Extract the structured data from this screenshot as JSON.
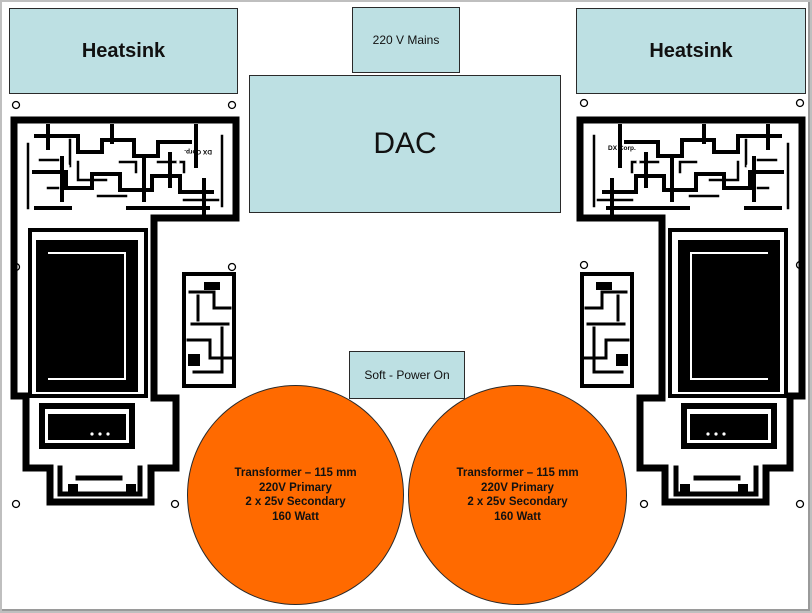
{
  "labels": {
    "heatsink_left": "Heatsink",
    "heatsink_right": "Heatsink",
    "mains": "220 V Mains",
    "dac": "DAC",
    "soft_power": "Soft - Power On"
  },
  "transformers": [
    {
      "line1": "Transformer – 115  mm",
      "line2": "220V Primary",
      "line3": "2 x 25v Secondary",
      "line4": "160 Watt"
    },
    {
      "line1": "Transformer – 115  mm",
      "line2": "220V Primary",
      "line3": "2 x 25v Secondary",
      "line4": "160 Watt"
    }
  ],
  "pcb_labels": {
    "left": "DX Corp.",
    "right": "DX Corp."
  },
  "colors": {
    "box_fill": "#bde0e3",
    "transformer_fill": "#ff6a00",
    "pcb_trace": "#000000"
  }
}
